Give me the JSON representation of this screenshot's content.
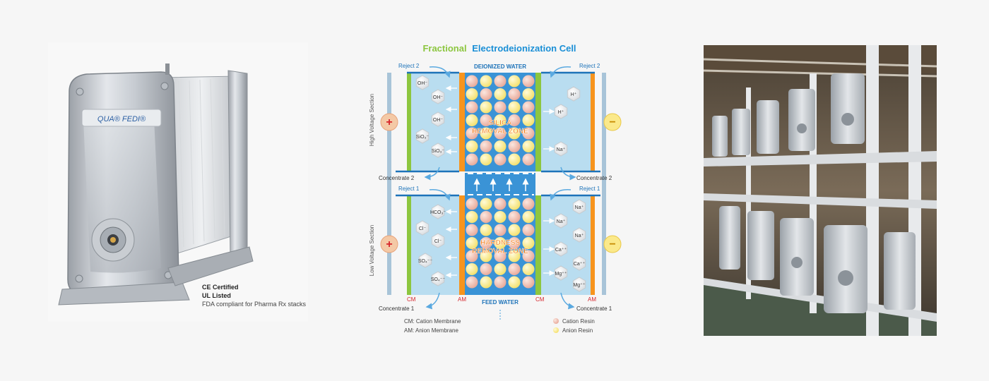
{
  "device": {
    "logo_text": "QUA® FEDI®",
    "certified": "Certified",
    "listed": "Listed",
    "note": "FDA compliant for Pharma Rx stacks",
    "ce_mark": "CE",
    "ul_mark": "UL"
  },
  "diagram": {
    "title_part1": "Fractional",
    "title_part2": "Electrodeionization Cell",
    "deionized_water": "DEIONIZED WATER",
    "feed_water": "FEED WATER",
    "reject_2": "Reject 2",
    "reject_1": "Reject 1",
    "concentrate_2": "Concentrate 2",
    "concentrate_1": "Concentrate 1",
    "high_voltage": "High Voltage Section",
    "low_voltage": "Low Voltage Section",
    "silica_zone_line1": "SILICA",
    "silica_zone_line2": "REMOVAL ZONE",
    "hardness_zone_line1": "HARDNESS",
    "hardness_zone_line2": "REMOVAL ZONE",
    "cm": "CM",
    "am": "AM",
    "plus": "+",
    "minus": "−",
    "legend": {
      "cm": "CM: Cation Membrane",
      "am": "AM: Anion Membrane",
      "cation_resin": "Cation Resin",
      "anion_resin": "Anion Resin"
    },
    "ions_upper_left": [
      "OH⁻",
      "OH⁻",
      "OH⁻",
      "SiO₃⁻",
      "SiO₃⁻"
    ],
    "ions_upper_right": [
      "H⁺",
      "H⁺",
      "Na⁺"
    ],
    "ions_lower_left": [
      "HCO₃⁻",
      "Cl⁻",
      "Cl⁻",
      "SO₄⁻⁻",
      "SO₄⁻⁻"
    ],
    "ions_lower_right": [
      "Na⁺",
      "Na⁺",
      "Na⁺",
      "Ca⁺⁺",
      "Ca⁺⁺",
      "Mg⁺⁺",
      "Mg⁺⁺"
    ],
    "colors": {
      "title_green": "#8cc63f",
      "title_blue": "#1a8fd6",
      "chamber": "#b9ddf0",
      "center": "#3a93d6",
      "am_orange": "#f7941d",
      "cm_green": "#8dc63f",
      "electrode": "#a8c4d8",
      "label_blue": "#1d73b9",
      "red": "#d6232a"
    }
  }
}
